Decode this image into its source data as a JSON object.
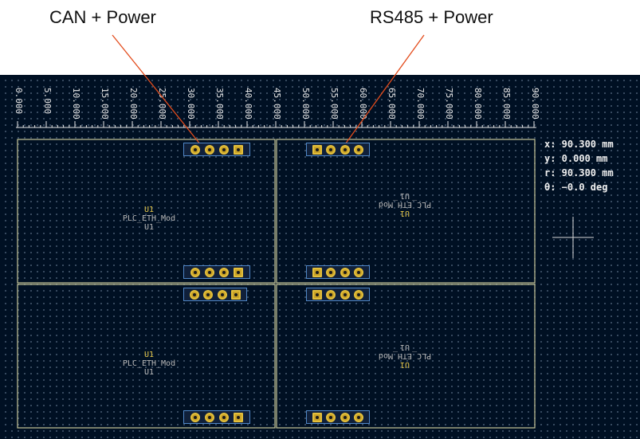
{
  "annotations": {
    "can_label": "CAN + Power",
    "rs485_label": "RS485 + Power",
    "line_color": "#e34c1c"
  },
  "ruler": {
    "ticks": [
      "0.000",
      "5.000",
      "10.000",
      "15.000",
      "20.000",
      "25.000",
      "30.000",
      "35.000",
      "40.000",
      "45.000",
      "50.000",
      "55.000",
      "60.000",
      "65.000",
      "70.000",
      "75.000",
      "80.000",
      "85.000",
      "90.000"
    ]
  },
  "cursor_readout": {
    "x": "x: 90.300 mm",
    "y": "y: 0.000 mm",
    "r": "r: 90.300 mm",
    "theta": "θ: −0.0 deg"
  },
  "modules": [
    {
      "ref_top": "U1",
      "value": "PLC_ETH_Mod",
      "ref_bottom": "U1",
      "orientation": "normal"
    },
    {
      "ref_top": "U1",
      "value": "PLC_ETH_Mod",
      "ref_bottom": "U1",
      "orientation": "flipped"
    },
    {
      "ref_top": "U1",
      "value": "PLC_ETH_Mod",
      "ref_bottom": "U1",
      "orientation": "normal"
    },
    {
      "ref_top": "U1",
      "value": "PLC_ETH_Mod",
      "ref_bottom": "U1",
      "orientation": "flipped"
    }
  ],
  "colors": {
    "canvas_background": "#001023",
    "grid_dot": "#3f5268",
    "board_outline": "#c8c79a",
    "pad": "#c9a227",
    "courtyard": "#4f86c6",
    "ruler": "#e8e8e8"
  }
}
